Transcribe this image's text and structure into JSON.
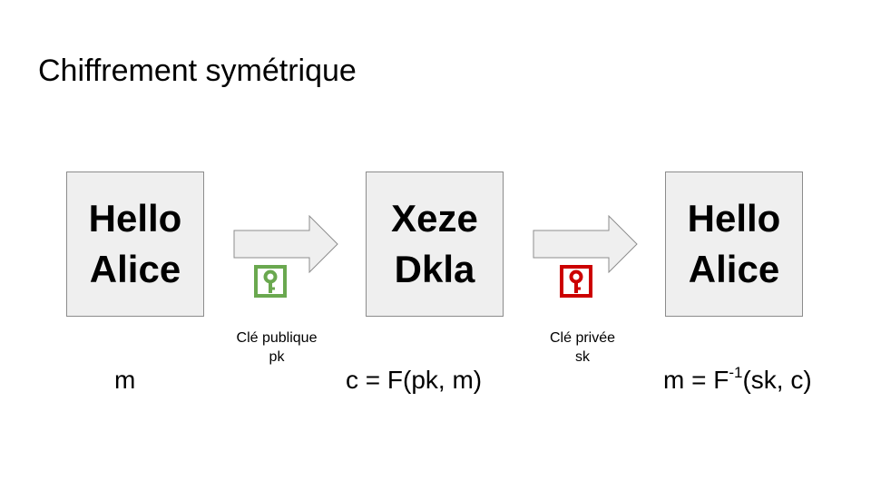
{
  "title": "Chiffrement symétrique",
  "boxes": [
    {
      "text": "Hello\nAlice"
    },
    {
      "text": "Xeze\nDkla"
    },
    {
      "text": "Hello\nAlice"
    }
  ],
  "keys": [
    {
      "label": "Clé publique\npk",
      "color": "#6aa84f",
      "icon": "key-icon"
    },
    {
      "label": "Clé privée\nsk",
      "color": "#cc0000",
      "icon": "key-icon"
    }
  ],
  "formulas": {
    "plain": "m",
    "encrypt": "c = F(pk, m)",
    "decrypt_prefix": "m = F",
    "decrypt_sup": "-1",
    "decrypt_suffix": "(sk, c)"
  },
  "colors": {
    "box_fill": "#efefef",
    "box_border": "#8c8c8c",
    "arrow_fill": "#efefef",
    "arrow_border": "#8c8c8c"
  }
}
